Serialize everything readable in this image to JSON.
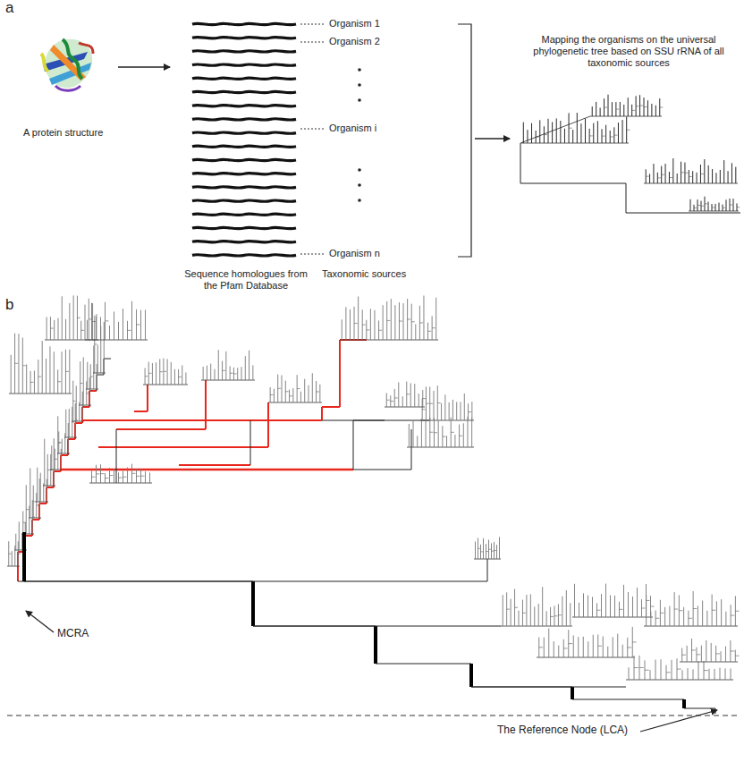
{
  "diagram": {
    "labels": [
      "a",
      "A protein structure",
      "Organism 1",
      "Organism 2",
      "Organism i",
      "Organism n",
      "Sequence homologues from the Pfam Database",
      "Taxonomic sources",
      "Mapping the organisms on the universal phylogenetic tree based on SSU rRNA of all taxonomic sources",
      "b",
      "MCRA",
      "The Reference Node (LCA)"
    ]
  }
}
